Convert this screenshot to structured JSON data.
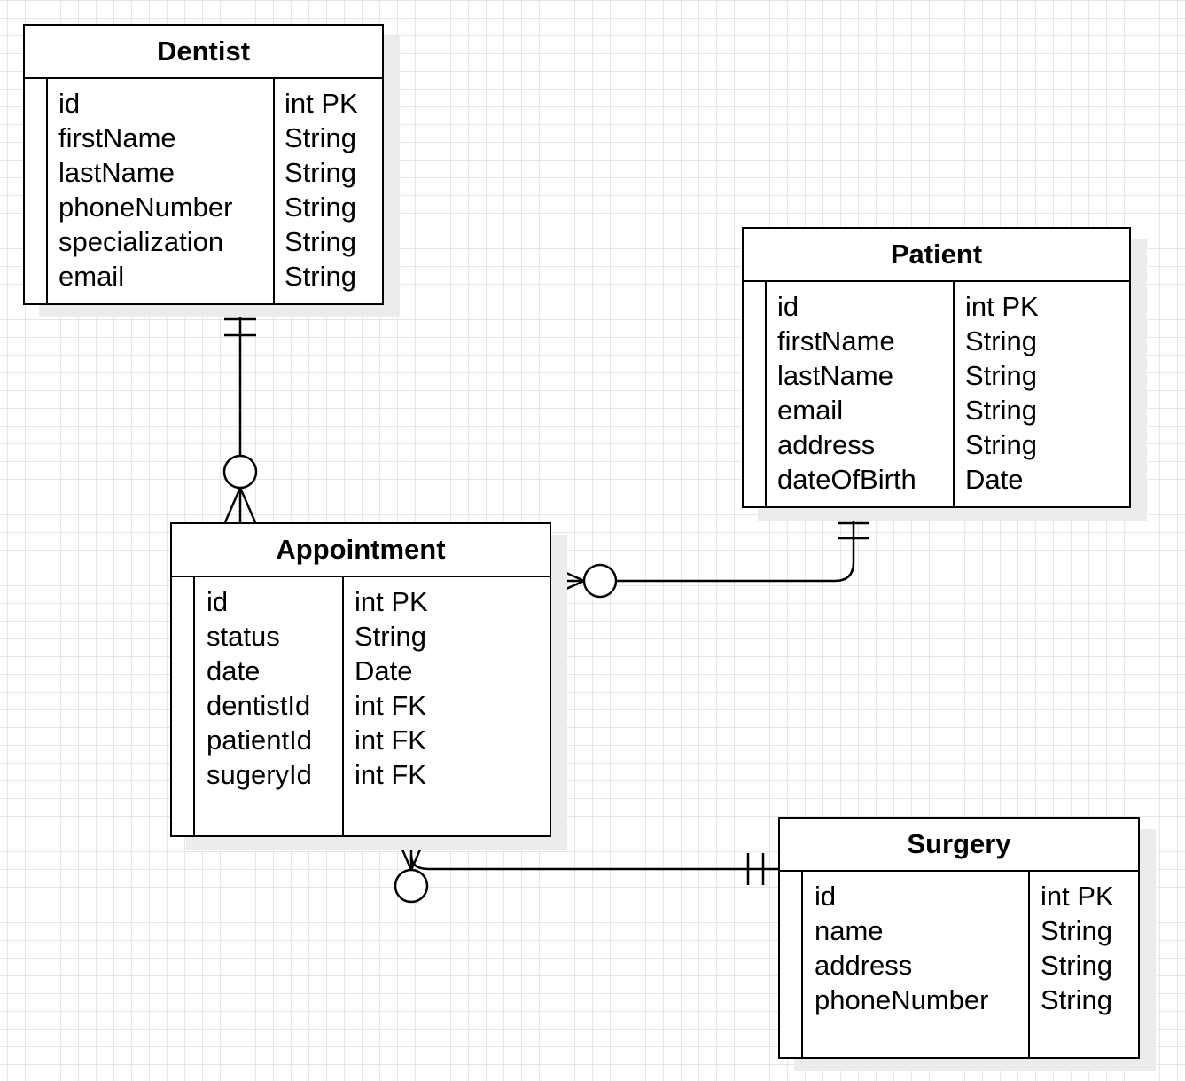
{
  "entities": {
    "dentist": {
      "name": "Dentist",
      "fields": [
        {
          "name": "id",
          "type": "int PK"
        },
        {
          "name": "firstName",
          "type": "String"
        },
        {
          "name": "lastName",
          "type": "String"
        },
        {
          "name": "phoneNumber",
          "type": "String"
        },
        {
          "name": "specialization",
          "type": "String"
        },
        {
          "name": "email",
          "type": "String"
        }
      ]
    },
    "patient": {
      "name": "Patient",
      "fields": [
        {
          "name": "id",
          "type": "int PK"
        },
        {
          "name": "firstName",
          "type": "String"
        },
        {
          "name": "lastName",
          "type": "String"
        },
        {
          "name": "email",
          "type": "String"
        },
        {
          "name": "address",
          "type": "String"
        },
        {
          "name": "dateOfBirth",
          "type": "Date"
        }
      ]
    },
    "appointment": {
      "name": "Appointment",
      "fields": [
        {
          "name": "id",
          "type": "int PK"
        },
        {
          "name": "status",
          "type": "String"
        },
        {
          "name": "date",
          "type": "Date"
        },
        {
          "name": "dentistId",
          "type": "int FK"
        },
        {
          "name": "patientId",
          "type": "int FK"
        },
        {
          "name": "sugeryId",
          "type": "int FK"
        }
      ]
    },
    "surgery": {
      "name": "Surgery",
      "fields": [
        {
          "name": "id",
          "type": "int PK"
        },
        {
          "name": "name",
          "type": "String"
        },
        {
          "name": "address",
          "type": "String"
        },
        {
          "name": "phoneNumber",
          "type": "String"
        }
      ]
    }
  },
  "relationships": [
    {
      "from": "Dentist",
      "from_cardinality": "exactly one",
      "to": "Appointment",
      "to_cardinality": "zero or many"
    },
    {
      "from": "Patient",
      "from_cardinality": "exactly one",
      "to": "Appointment",
      "to_cardinality": "zero or many"
    },
    {
      "from": "Surgery",
      "from_cardinality": "exactly one",
      "to": "Appointment",
      "to_cardinality": "zero or many"
    }
  ],
  "colors": {
    "line": "#000000",
    "background": "#ffffff",
    "grid": "#e6e6e6",
    "shadow": "#ececec"
  }
}
